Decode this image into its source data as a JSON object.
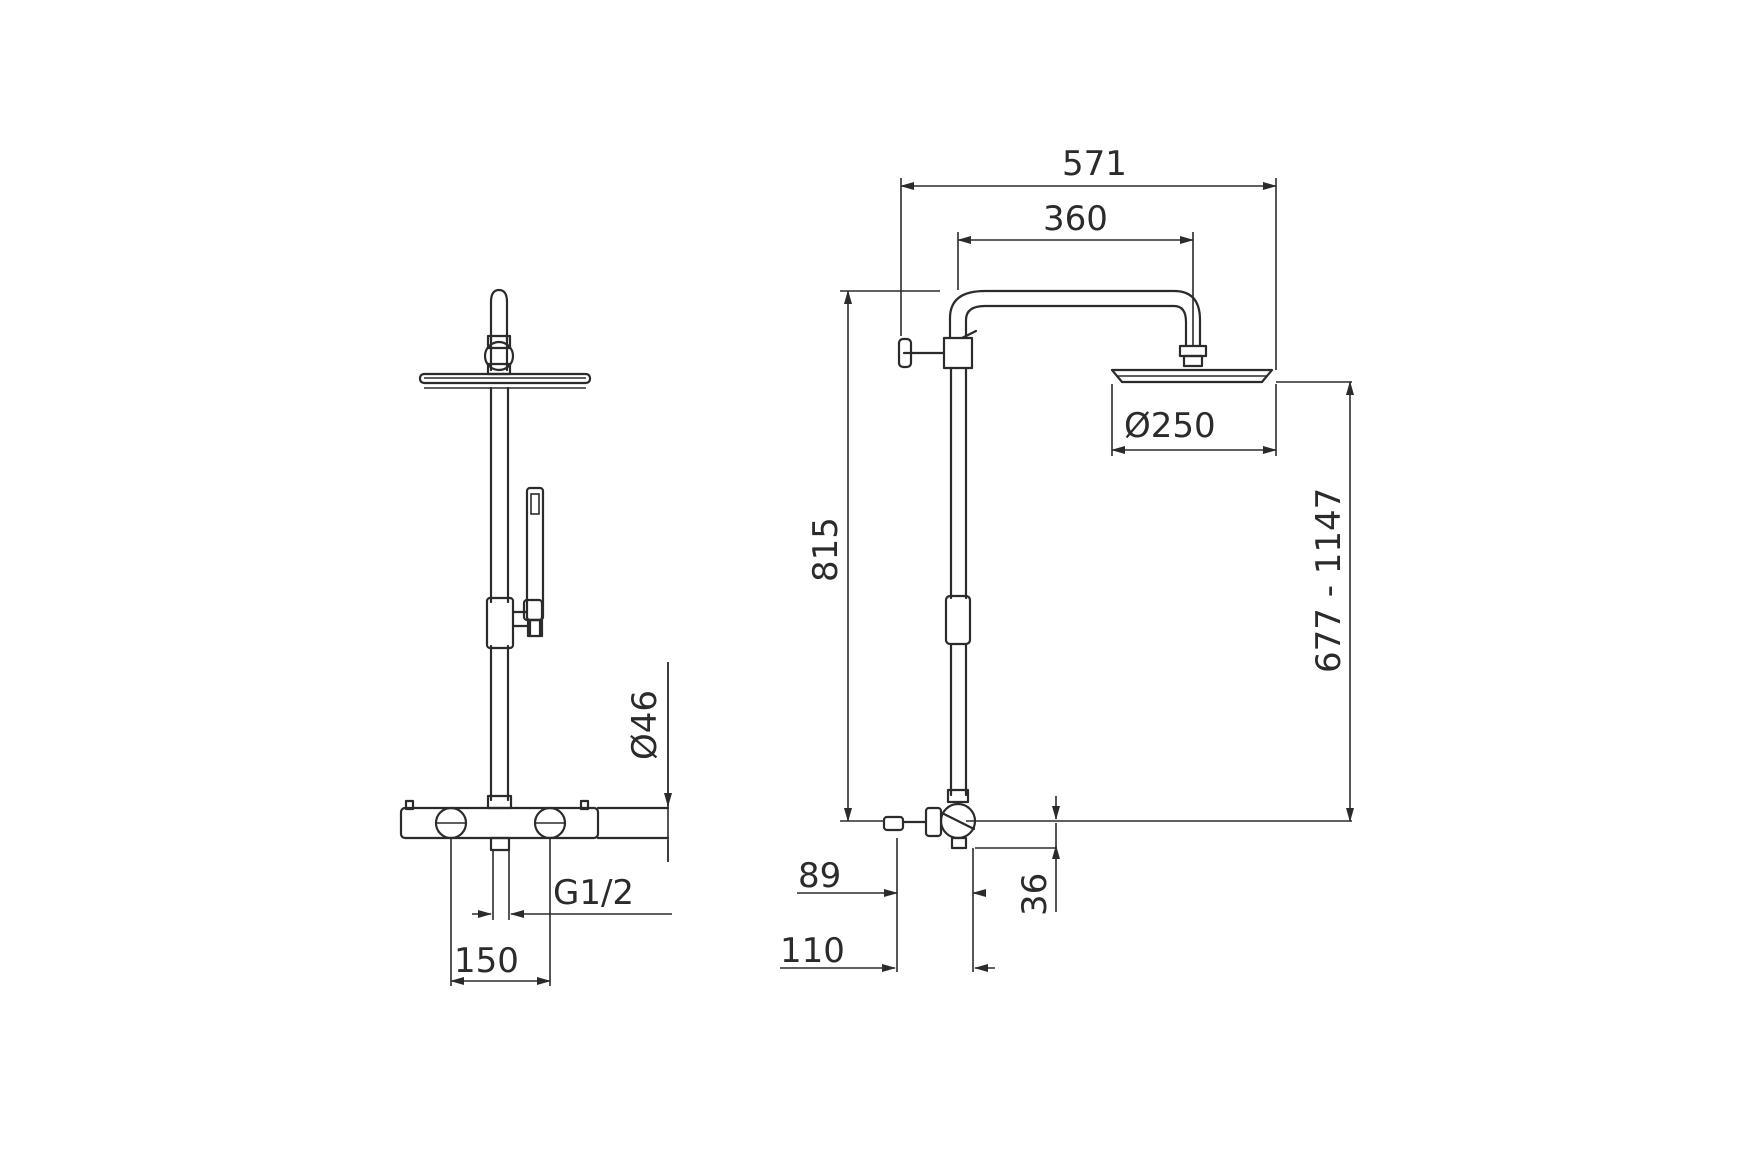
{
  "dimensions": {
    "width_total": "571",
    "arm_length": "360",
    "head_diameter": "Ø250",
    "riser_height": "815",
    "adjustable_height": "677 - 1147",
    "pipe_diameter": "Ø46",
    "inlet_thread": "G1/2",
    "inlet_spacing": "150",
    "wall_offset_inner": "89",
    "wall_offset_outer": "110",
    "inlet_height": "36"
  },
  "colors": {
    "line": "#2b2b2b",
    "background": "#ffffff"
  }
}
